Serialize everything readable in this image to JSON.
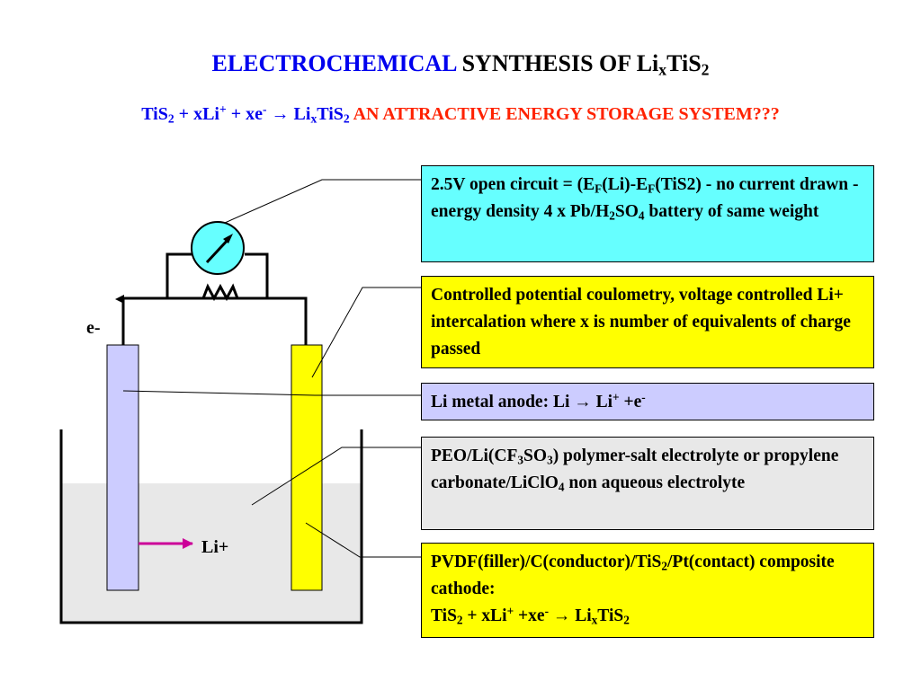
{
  "title": {
    "blue_part": "ELECTROCHEMICAL",
    "black_part": "SYNTHESIS OF Li",
    "sub_x": "x",
    "tis": "TiS",
    "sub_2": "2"
  },
  "subtitle": {
    "tis": "TiS",
    "sub_2a": "2",
    "plus_xli": " + xLi",
    "sup_plus": "+",
    "plus_xe": " + xe",
    "sup_minus": "-",
    "arrow": " → Li",
    "sub_x": "x",
    "tis_b": "TiS",
    "sub_2b": "2",
    "red_text": " AN ATTRACTIVE ENERGY STORAGE SYSTEM???"
  },
  "labels": {
    "electron": "e-",
    "li_ion": "Li+"
  },
  "box1": {
    "t1": "2.5V open circuit = (E",
    "s1": "F",
    "t2": "(Li)-E",
    "s2": "F",
    "t3": "(TiS2) - no current drawn - energy density 4 x Pb/H",
    "s3": "2",
    "t4": "SO",
    "s4": "4",
    "t5": " battery of same weight"
  },
  "box2": {
    "text": "Controlled potential coulometry, voltage controlled Li+ intercalation where x is number of equivalents of charge passed"
  },
  "box3": {
    "t1": "Li metal anode: Li → Li",
    "sup1": "+",
    "t2": " +e",
    "sup2": "-"
  },
  "box4": {
    "t1": "PEO/Li(CF",
    "s1": "3",
    "t2": "SO",
    "s2": "3",
    "t3": ") polymer-salt electrolyte or propylene carbonate/LiClO",
    "s3": "4",
    "t4": " non aqueous electrolyte"
  },
  "box5": {
    "t1": "PVDF(filler)/C(conductor)/TiS",
    "s1": "2",
    "t2": "/Pt(contact) composite cathode:",
    "t3": "TiS",
    "s3": "2",
    "t4": " + xLi",
    "sup4": "+",
    "t5": " +xe",
    "sup5": "-",
    "t6": " → Li",
    "s6": "x",
    "t7": "TiS",
    "s7": "2"
  },
  "colors": {
    "title_blue": "#0000ee",
    "subtitle_red": "#ff2200",
    "cyan_box": "#66ffff",
    "yellow_box": "#ffff00",
    "lavender_box": "#ccccff",
    "gray_box": "#e8e8e8",
    "anode": "#ccccff",
    "cathode": "#ffff00",
    "electrolyte": "#e8e8e8",
    "li_arrow": "#cc0099",
    "meter": "#66ffff"
  }
}
